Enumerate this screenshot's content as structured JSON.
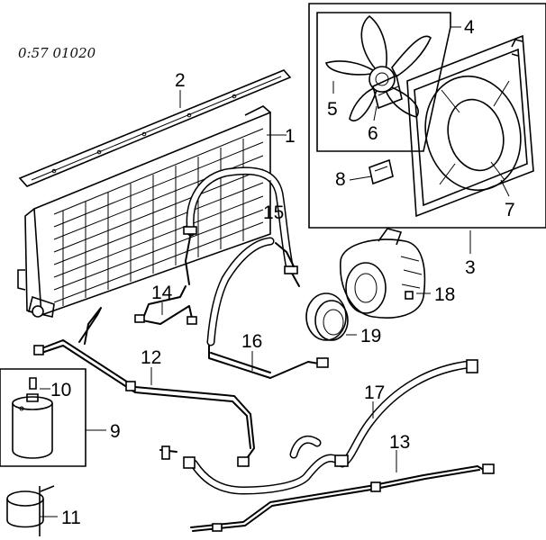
{
  "diagram_code": "0:57 01020",
  "callouts": [
    {
      "id": "1",
      "label": "1"
    },
    {
      "id": "2",
      "label": "2"
    },
    {
      "id": "3",
      "label": "3"
    },
    {
      "id": "4",
      "label": "4"
    },
    {
      "id": "5",
      "label": "5"
    },
    {
      "id": "6",
      "label": "6"
    },
    {
      "id": "7",
      "label": "7"
    },
    {
      "id": "8",
      "label": "8"
    },
    {
      "id": "9",
      "label": "9"
    },
    {
      "id": "10",
      "label": "10"
    },
    {
      "id": "11",
      "label": "11"
    },
    {
      "id": "12",
      "label": "12"
    },
    {
      "id": "13",
      "label": "13"
    },
    {
      "id": "14",
      "label": "14"
    },
    {
      "id": "15",
      "label": "15"
    },
    {
      "id": "16",
      "label": "16"
    },
    {
      "id": "17",
      "label": "17"
    },
    {
      "id": "18",
      "label": "18"
    },
    {
      "id": "19",
      "label": "19"
    }
  ]
}
